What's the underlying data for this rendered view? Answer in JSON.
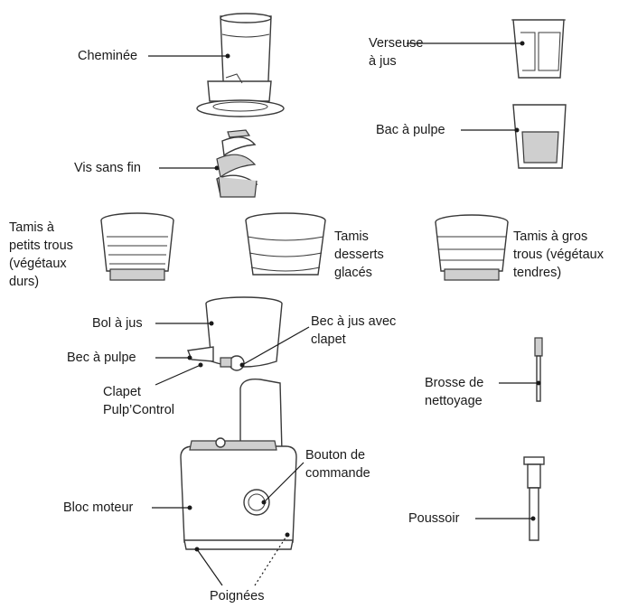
{
  "labels": {
    "chimney": "Cheminée",
    "auger": "Vis sans fin",
    "juice_jug": [
      "Verseuse",
      "à jus"
    ],
    "pulp_bin": "Bac à pulpe",
    "fine_strainer": [
      "Tamis à",
      "petits trous",
      "(végétaux",
      "durs)"
    ],
    "frozen_strainer": [
      "Tamis",
      "desserts",
      "glacés"
    ],
    "coarse_strainer": [
      "Tamis à gros",
      "trous (végétaux",
      "tendres)"
    ],
    "juice_bowl": "Bol à jus",
    "juice_spout": [
      "Bec à jus avec",
      "clapet"
    ],
    "pulp_spout": "Bec à pulpe",
    "pulp_control": [
      "Clapet",
      "Pulp’Control"
    ],
    "brush": [
      "Brosse de",
      "nettoyage"
    ],
    "control_knob": [
      "Bouton de",
      "commande"
    ],
    "motor_base": "Bloc moteur",
    "pusher": "Poussoir",
    "handles": "Poignées"
  }
}
